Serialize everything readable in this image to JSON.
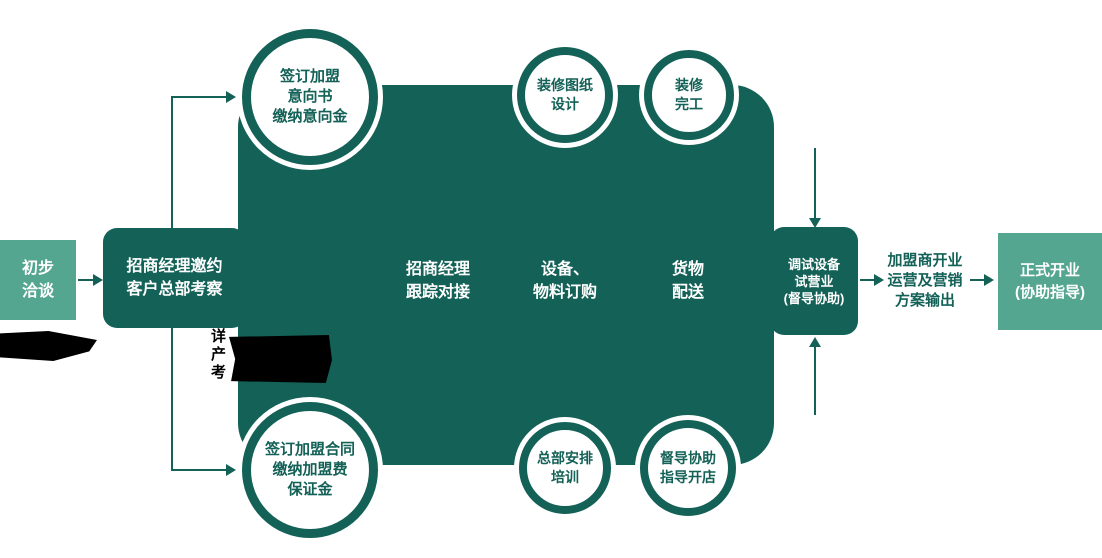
{
  "colors": {
    "dark_teal": "#146157",
    "light_green": "#54a690",
    "redaction_black": "#000000"
  },
  "start_box": {
    "line1": "初步",
    "line2": "洽谈"
  },
  "steps": {
    "invite": {
      "line1": "招商经理邀约",
      "line2": "客户总部考察"
    },
    "follow": {
      "line1": "招商经理",
      "line2": "跟踪对接"
    },
    "order": {
      "line1": "设备、",
      "line2": "物料订购"
    },
    "delivery": {
      "line1": "货物",
      "line2": "配送"
    },
    "trial": {
      "line1": "调试设备",
      "line2": "试营业",
      "line3": "(督导协助)"
    }
  },
  "circles": {
    "intent": {
      "line1": "签订加盟",
      "line2": "意向书",
      "line3": "缴纳意向金"
    },
    "design": {
      "line1": "装修图纸",
      "line2": "设计"
    },
    "complete": {
      "line1": "装修",
      "line2": "完工"
    },
    "contract": {
      "line1": "签订加盟合同",
      "line2": "缴纳加盟费",
      "line3": "保证金"
    },
    "training": {
      "line1": "总部安排",
      "line2": "培训"
    },
    "supervise": {
      "line1": "督导协助",
      "line2": "指导开店"
    }
  },
  "output": {
    "line1": "加盟商开业",
    "line2": "运营及营销",
    "line3": "方案输出"
  },
  "final_box": {
    "line1": "正式开业",
    "line2": "(协助指导)"
  },
  "redacted": {
    "char1": "详",
    "char2": "产",
    "char3": "考"
  }
}
